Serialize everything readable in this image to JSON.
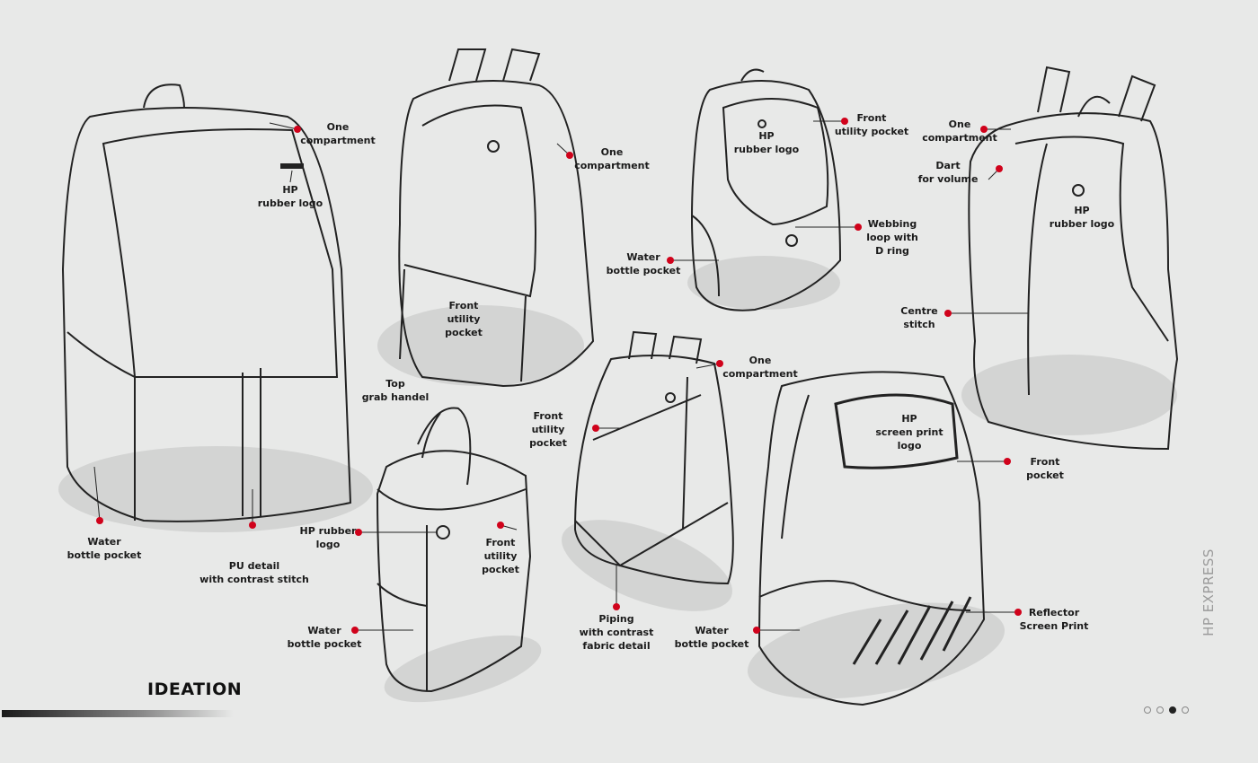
{
  "title": "IDEATION",
  "brand": "HP EXPRESS",
  "pagination": {
    "total": 4,
    "active": 3
  },
  "accent_color": "#d0021b",
  "labels": [
    "One\ncompartment",
    "HP\nrubber logo",
    "One\ncompartment",
    "Front\nutility\npocket",
    "Top\ngrab handel",
    "Water\nbottle pocket",
    "PU detail\nwith contrast stitch",
    "HP rubber\nlogo",
    "Front\nutility\npocket",
    "Water\nbottle pocket",
    "Front\nutility\npocket",
    "One\ncompartment",
    "Piping\nwith contrast\nfabric detail",
    "Water\nbottle pocket",
    "HP\nscreen print\nlogo",
    "Front\npocket",
    "Reflector\nScreen Print",
    "HP\nrubber logo",
    "Front\nutility pocket",
    "Water\nbottle pocket",
    "Webbing\nloop with\nD ring",
    "One\ncompartment",
    "Dart\nfor volume",
    "HP\nrubber logo",
    "Centre\nstitch"
  ]
}
